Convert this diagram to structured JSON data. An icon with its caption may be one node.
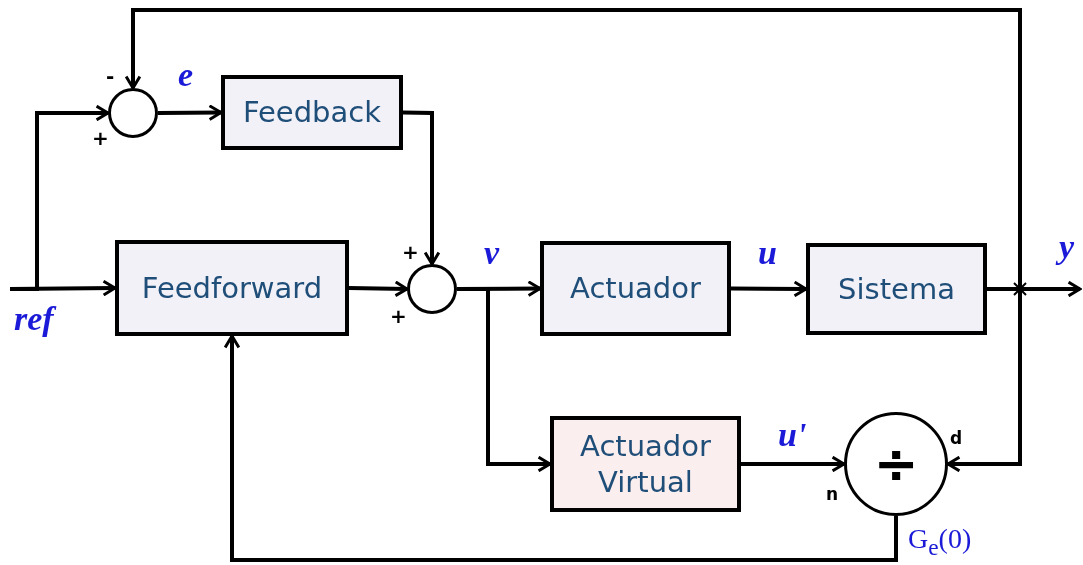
{
  "diagram": {
    "nodes": [
      {
        "text": [],
        "shape": "circle"
      },
      {
        "text": [
          "Feedback"
        ]
      },
      {
        "text": [
          "Feedforward"
        ]
      },
      {
        "text": [],
        "shape": "circle"
      },
      {
        "text": [
          "Actuador"
        ]
      },
      {
        "text": [
          "Sistema"
        ]
      },
      {
        "text": [
          "Actuador Virtual"
        ]
      },
      {
        "text": [
          "÷"
        ],
        "beside": [
          "d",
          "n",
          "G$_{e}$(0)"
        ]
      }
    ],
    "edges": [
      {
        "from": null,
        "to": 2,
        "arrow": "to",
        "label": "ref"
      },
      {
        "from": null,
        "to": 0,
        "arrow": "to"
      },
      {
        "from": 0,
        "to": 1,
        "arrow": "to",
        "label": "e"
      },
      {
        "from": 1,
        "to": 3,
        "arrow": "to"
      },
      {
        "from": 2,
        "to": 3,
        "arrow": "to"
      },
      {
        "from": 3,
        "to": 4,
        "arrow": "to",
        "label": "v"
      },
      {
        "from": 3,
        "to": 6,
        "arrow": "to"
      },
      {
        "from": 4,
        "to": 5,
        "arrow": "to",
        "label": "u"
      },
      {
        "from": 5,
        "to": null,
        "arrow": "to",
        "label": "y"
      },
      {
        "from": 5,
        "to": 0,
        "arrow": "to"
      },
      {
        "from": 5,
        "to": 7,
        "arrow": "to"
      },
      {
        "from": 6,
        "to": 7,
        "arrow": "to",
        "label": "u'"
      },
      {
        "from": 7,
        "to": 2,
        "arrow": "to"
      }
    ],
    "labels": [
      "-",
      "+",
      "+",
      "+"
    ]
  }
}
